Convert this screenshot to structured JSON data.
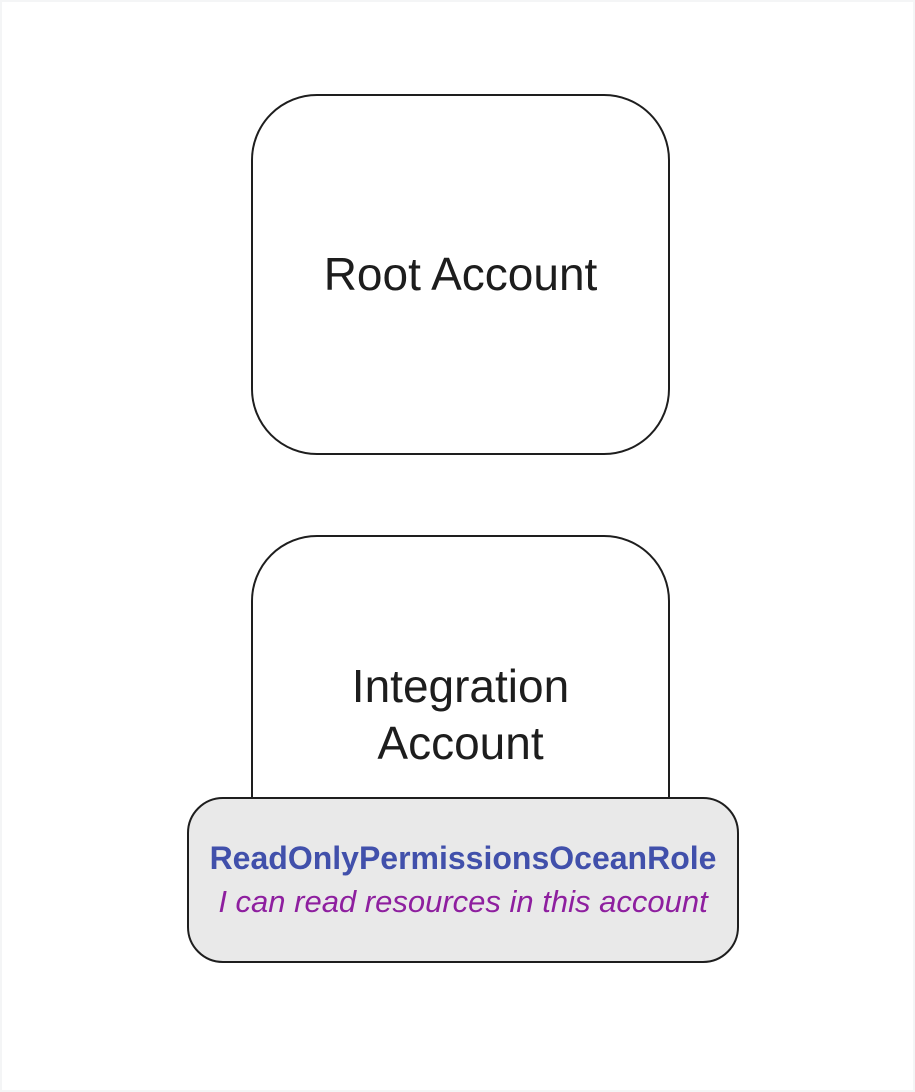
{
  "page": {
    "background": "#ffffff",
    "edge_tint": "#f4f5f6"
  },
  "colors": {
    "box_border": "#1e1e1e",
    "account_label_text": "#1d1d1d"
  },
  "nodes": {
    "root_account": {
      "label": "Root Account"
    },
    "integration_account": {
      "label": "Integration Account"
    },
    "role_badge": {
      "name": "ReadOnlyPermissionsOceanRole",
      "description": "I can read resources in this account",
      "background": "#e9e9e9",
      "name_color": "#4150ab",
      "description_color": "#8e1f9f"
    }
  }
}
